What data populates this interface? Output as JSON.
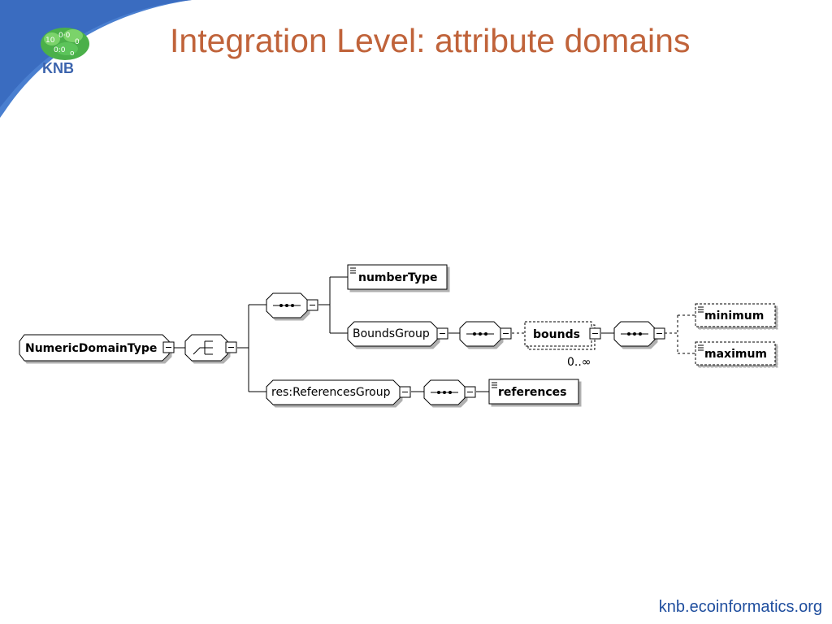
{
  "slide": {
    "title": "Integration Level: attribute domains",
    "footer_url": "knb.ecoinformatics.org",
    "logo_text": "KNB",
    "accent_color": "#c0633a",
    "swoosh_color": "#4a7fd0"
  },
  "diagram": {
    "root": "NumericDomainType",
    "number_type": "numberType",
    "bounds_group": "BoundsGroup",
    "bounds": "bounds",
    "bounds_cardinality": "0..∞",
    "minimum": "minimum",
    "maximum": "maximum",
    "references_group": "res:ReferencesGroup",
    "references": "references"
  }
}
